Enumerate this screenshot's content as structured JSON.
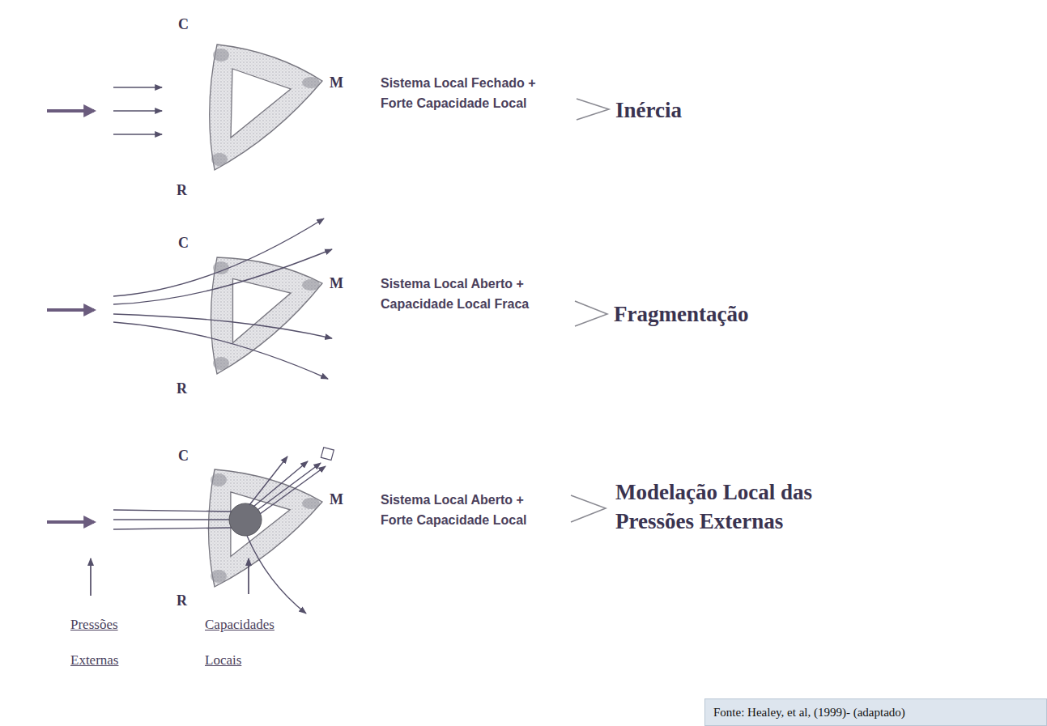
{
  "diagram": {
    "nodes": [
      {
        "text": [
          "Fonte: Healey, et al, (1999)- (adaptado)"
        ]
      }
    ],
    "labels": [
      "C",
      "M",
      "R",
      "Sistema Local Fechado + Forte Capacidade Local",
      "Inércia",
      "C",
      "M",
      "R",
      "Sistema Local Aberto + Capacidade Local Fraca",
      "Fragmentação",
      "C",
      "M",
      "R",
      "Sistema Local Aberto + Forte Capacidade Local",
      "Modelação Local das Pressões Externas",
      "Pressões Externas",
      "Capacidades Locais"
    ]
  }
}
